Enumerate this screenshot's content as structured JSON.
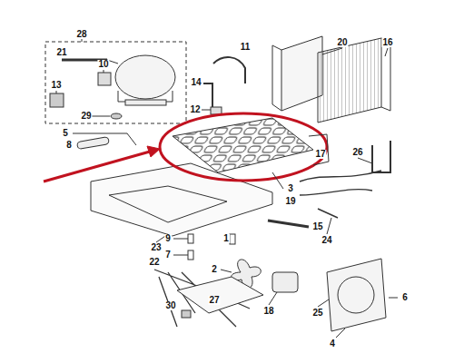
{
  "diagram": {
    "labels": [
      "28",
      "21",
      "10",
      "13",
      "29",
      "5",
      "8",
      "11",
      "14",
      "12",
      "20",
      "16",
      "3",
      "19",
      "17",
      "26",
      "24",
      "23",
      "15",
      "9",
      "7",
      "1",
      "2",
      "22",
      "18",
      "25",
      "6",
      "4",
      "27",
      "30"
    ]
  }
}
